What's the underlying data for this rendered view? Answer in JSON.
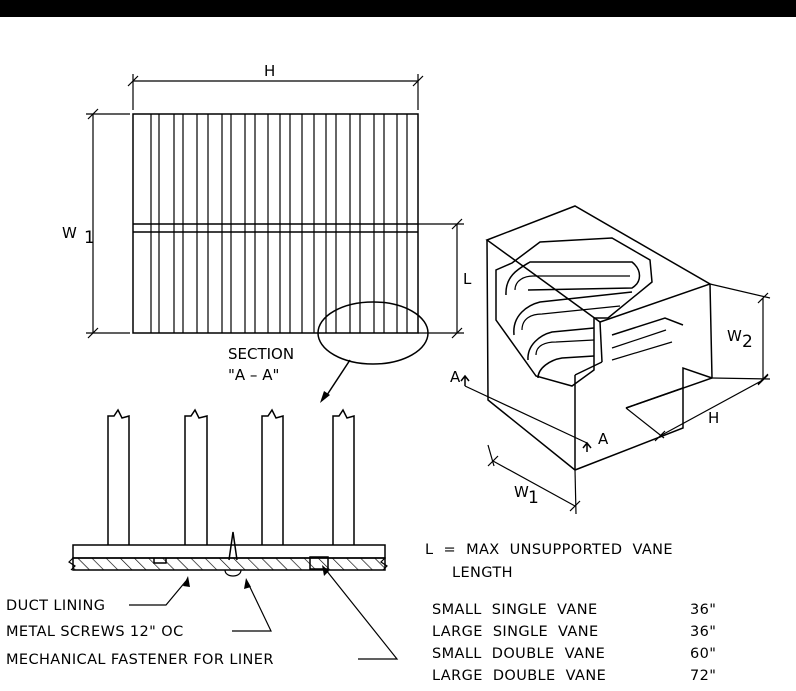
{
  "elevation": {
    "dim_h": "H",
    "dim_w": "W",
    "dim_w_sub": "1",
    "dim_l": "L"
  },
  "section": {
    "title_line1": "SECTION",
    "title_line2": "\"A – A\""
  },
  "iso": {
    "dim_w2": "W",
    "dim_w2_sub": "2",
    "dim_h": "H",
    "dim_w1": "W",
    "dim_w1_sub": "1",
    "cut_a_top": "A",
    "cut_a_bottom": "A"
  },
  "callouts": {
    "duct_lining": "DUCT LINING",
    "metal_screws": "METAL SCREWS 12\" OC",
    "fastener": "MECHANICAL FASTENER FOR LINER"
  },
  "notes": {
    "l_def_line1": "L  =  MAX  UNSUPPORTED  VANE",
    "l_def_line2": "LENGTH",
    "vane_table": [
      {
        "type": "SMALL  SINGLE  VANE",
        "length": "36\""
      },
      {
        "type": "LARGE  SINGLE  VANE",
        "length": "36\""
      },
      {
        "type": "SMALL  DOUBLE  VANE",
        "length": "60\""
      },
      {
        "type": "LARGE  DOUBLE  VANE",
        "length": "72\""
      }
    ]
  }
}
